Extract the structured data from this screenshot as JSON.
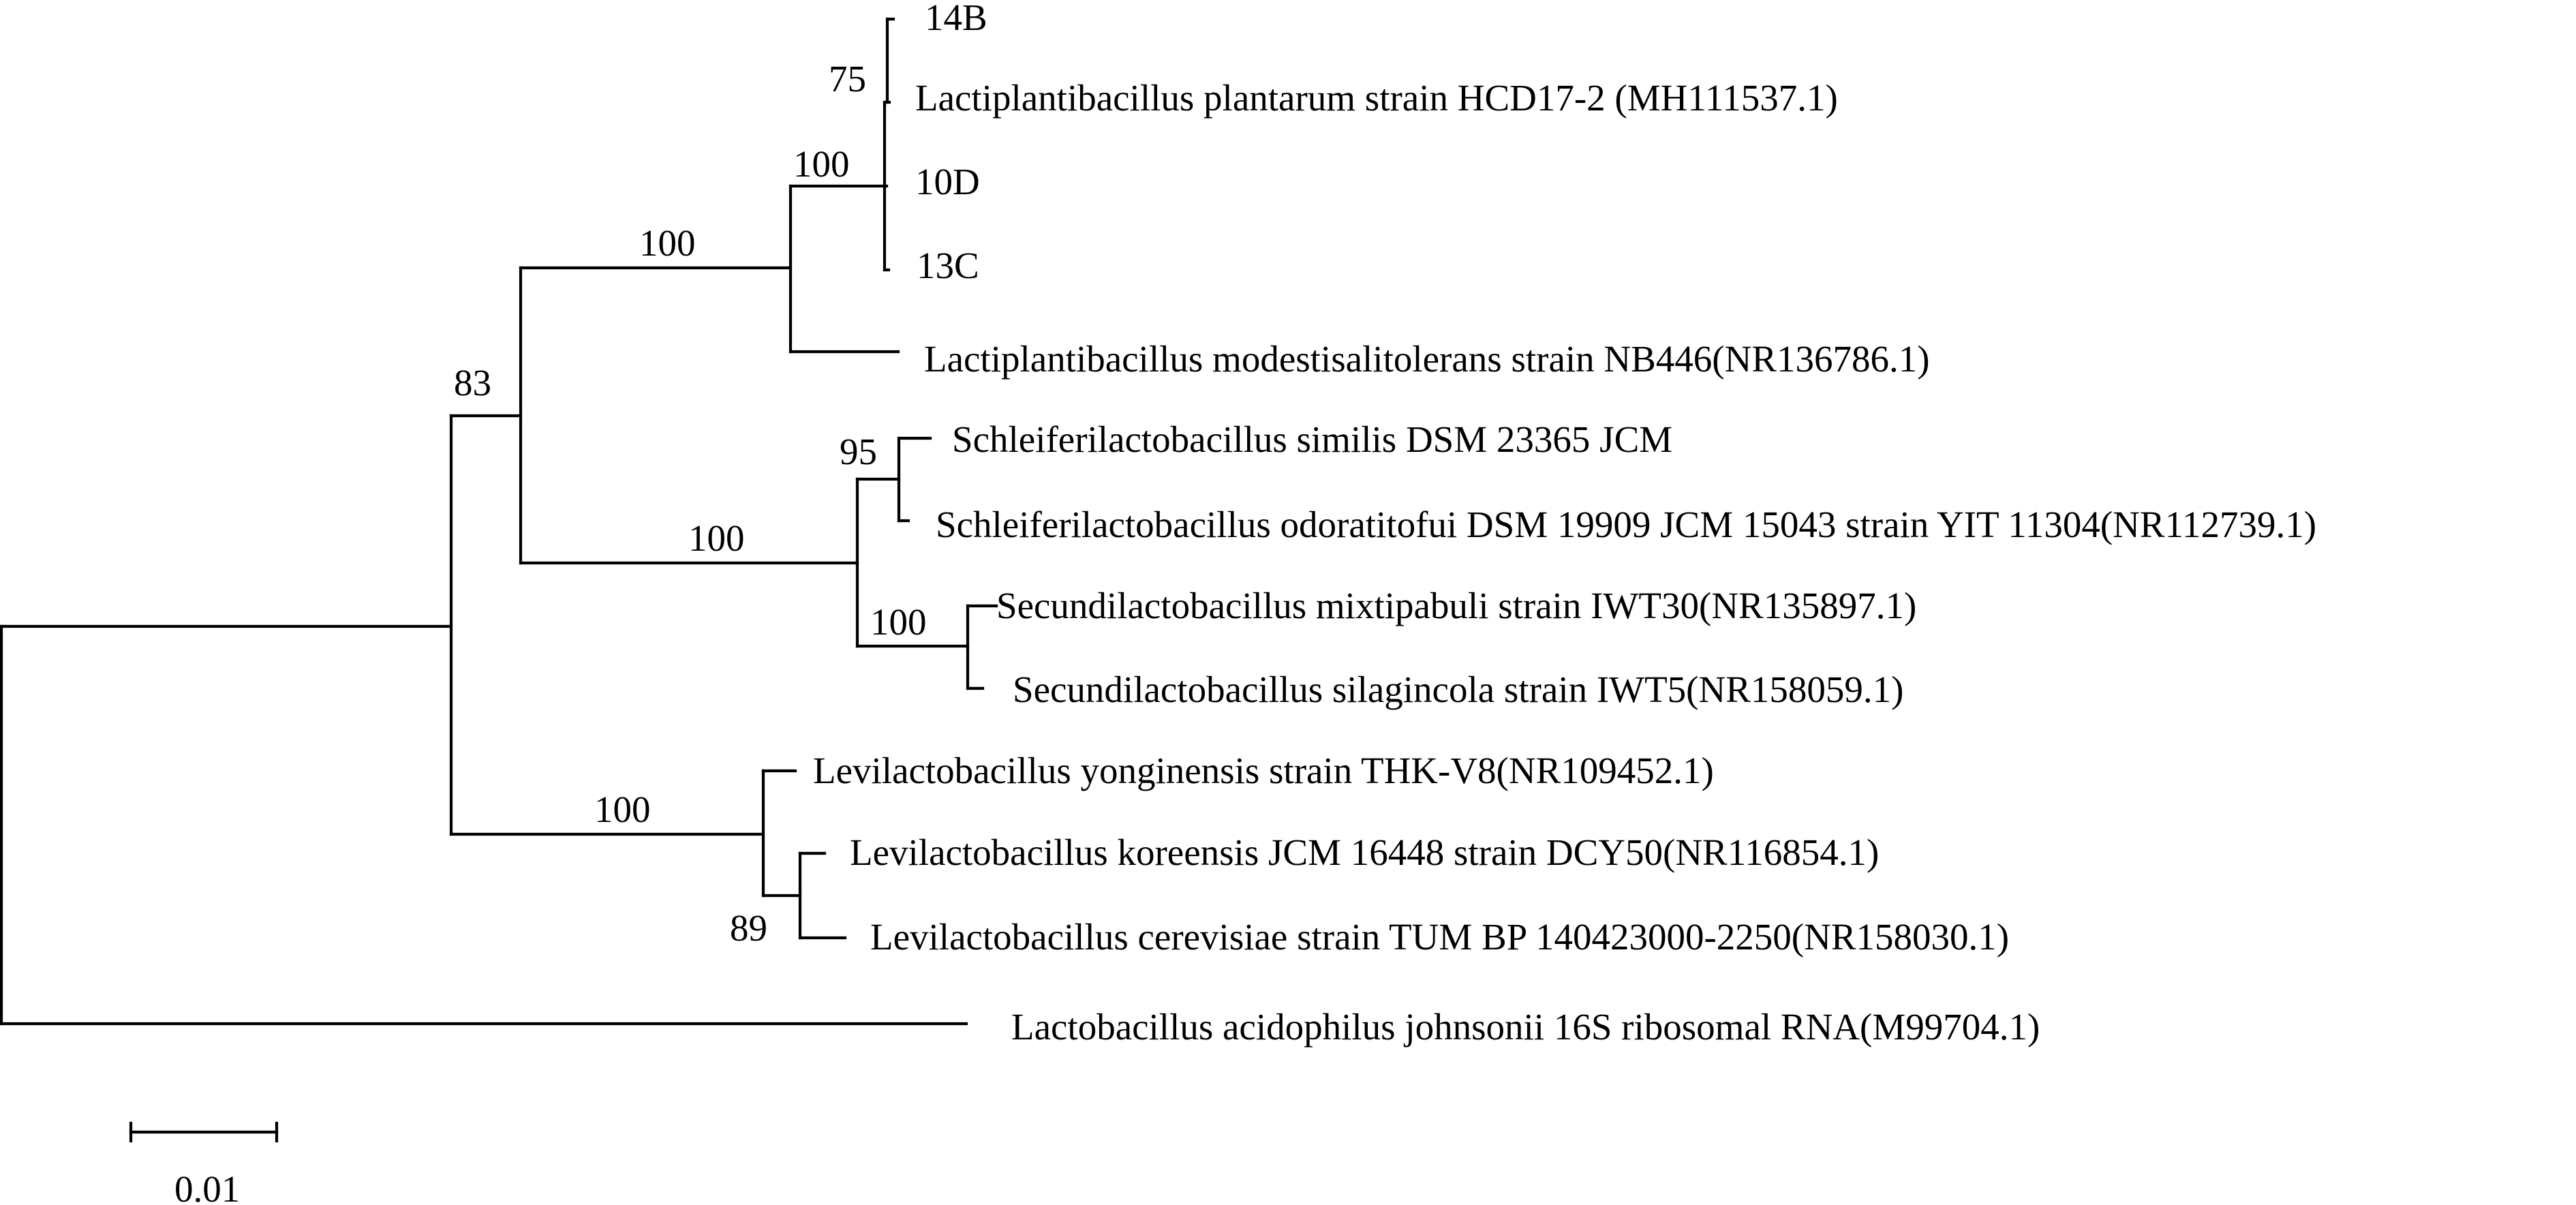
{
  "tree": {
    "taxa": [
      {
        "id": "t1",
        "label": "14B"
      },
      {
        "id": "t2",
        "label": "Lactiplantibacillus plantarum strain HCD17-2 (MH111537.1)"
      },
      {
        "id": "t3",
        "label": "10D"
      },
      {
        "id": "t4",
        "label": "13C"
      },
      {
        "id": "t5",
        "label": "Lactiplantibacillus modestisalitolerans strain NB446(NR136786.1)"
      },
      {
        "id": "t6",
        "label": "Schleiferilactobacillus similis DSM 23365 JCM"
      },
      {
        "id": "t7",
        "label": "Schleiferilactobacillus odoratitofui DSM 19909 JCM 15043 strain YIT 11304(NR112739.1)"
      },
      {
        "id": "t8",
        "label": "Secundilactobacillus mixtipabuli strain IWT30(NR135897.1)"
      },
      {
        "id": "t9",
        "label": "Secundilactobacillus silagincola strain IWT5(NR158059.1)"
      },
      {
        "id": "t10",
        "label": "Levilactobacillus yonginensis strain THK-V8(NR109452.1)"
      },
      {
        "id": "t11",
        "label": "Levilactobacillus koreensis JCM 16448 strain DCY50(NR116854.1)"
      },
      {
        "id": "t12",
        "label": "Levilactobacillus cerevisiae strain TUM BP 140423000-2250(NR158030.1)"
      },
      {
        "id": "t13",
        "label": "Lactobacillus acidophilus johnsonii  16S ribosomal RNA(M99704.1)"
      }
    ],
    "bootstrap": [
      {
        "node": "plantarum-pair",
        "value": "75"
      },
      {
        "node": "plantarum-group",
        "value": "100"
      },
      {
        "node": "lactiplantibacillus",
        "value": "100"
      },
      {
        "node": "ingroup-upper",
        "value": "83"
      },
      {
        "node": "schleiferi",
        "value": "95"
      },
      {
        "node": "schleiferi-secundi",
        "value": "100"
      },
      {
        "node": "secundi",
        "value": "100"
      },
      {
        "node": "levilactobacillus",
        "value": "100"
      },
      {
        "node": "koreensis-cerevisiae",
        "value": "89"
      }
    ],
    "scale_bar": {
      "label": "0.01",
      "length": 0.01
    }
  }
}
